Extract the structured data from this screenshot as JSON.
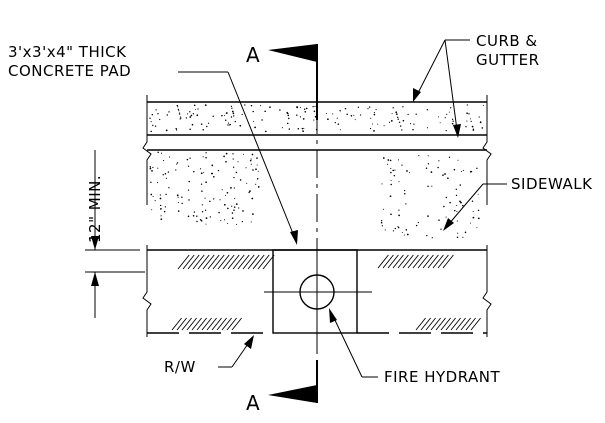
{
  "labels": {
    "pad_line1": "3'x3'x4\" THICK",
    "pad_line2": "CONCRETE PAD",
    "curb_line1": "CURB &",
    "curb_line2": "GUTTER",
    "sidewalk": "SIDEWALK",
    "min_offset": "12\" MIN.",
    "right_of_way": "R/W",
    "fire_hydrant": "FIRE HYDRANT",
    "section_top": "A",
    "section_bottom": "A"
  },
  "colors": {
    "line": "#000000",
    "background": "#ffffff"
  }
}
